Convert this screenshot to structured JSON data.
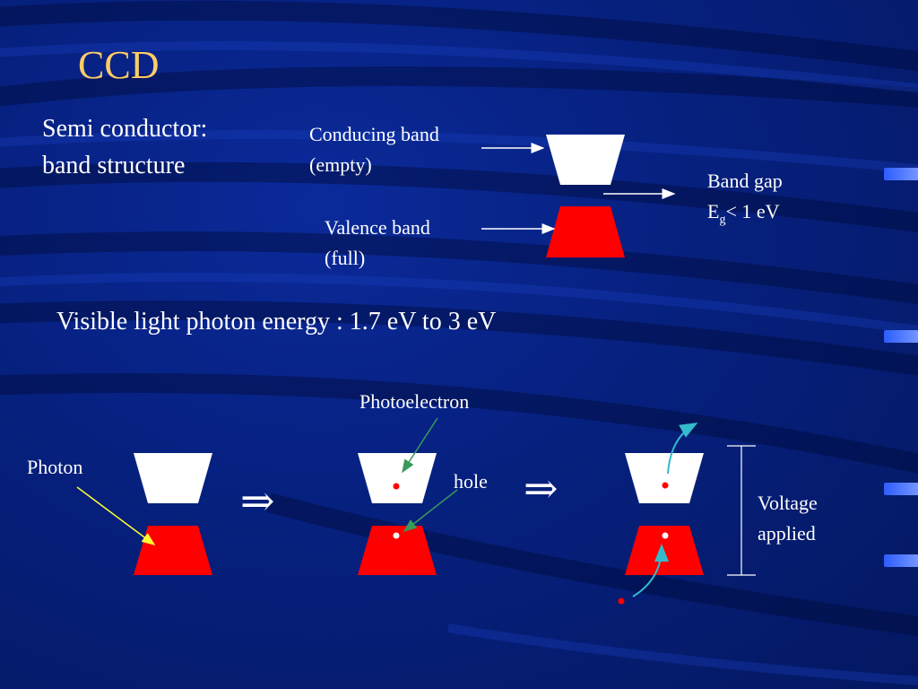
{
  "slide": {
    "title": "CCD",
    "title_color": "#ffcc66",
    "heading_line1": "Semi conductor:",
    "heading_line2": "band structure"
  },
  "band_structure": {
    "conducting_band_line1": "Conducing band",
    "conducting_band_line2": "(empty)",
    "valence_band_line1": "Valence band",
    "valence_band_line2": "(full)",
    "band_gap_line1": "Band gap",
    "band_gap_symbol": "E",
    "band_gap_subscript": "g",
    "band_gap_value": "< 1 eV"
  },
  "photon_energy_text": "Visible light photon energy : 1.7 eV to 3 eV",
  "process": {
    "photon_label": "Photon",
    "photoelectron_label": "Photoelectron",
    "hole_label": "hole",
    "implies_symbol": "⇒",
    "voltage_line1": "Voltage",
    "voltage_line2": "applied"
  },
  "colors": {
    "background": "#06207e",
    "conduction_band": "#ffffff",
    "valence_band": "#ff0000",
    "photon_arrow": "#ffff33",
    "green_arrow": "#3a9a5a",
    "cyan_arrow": "#33bbcc",
    "electron_dot": "#ff0000",
    "hole_dot": "#ffffff"
  }
}
